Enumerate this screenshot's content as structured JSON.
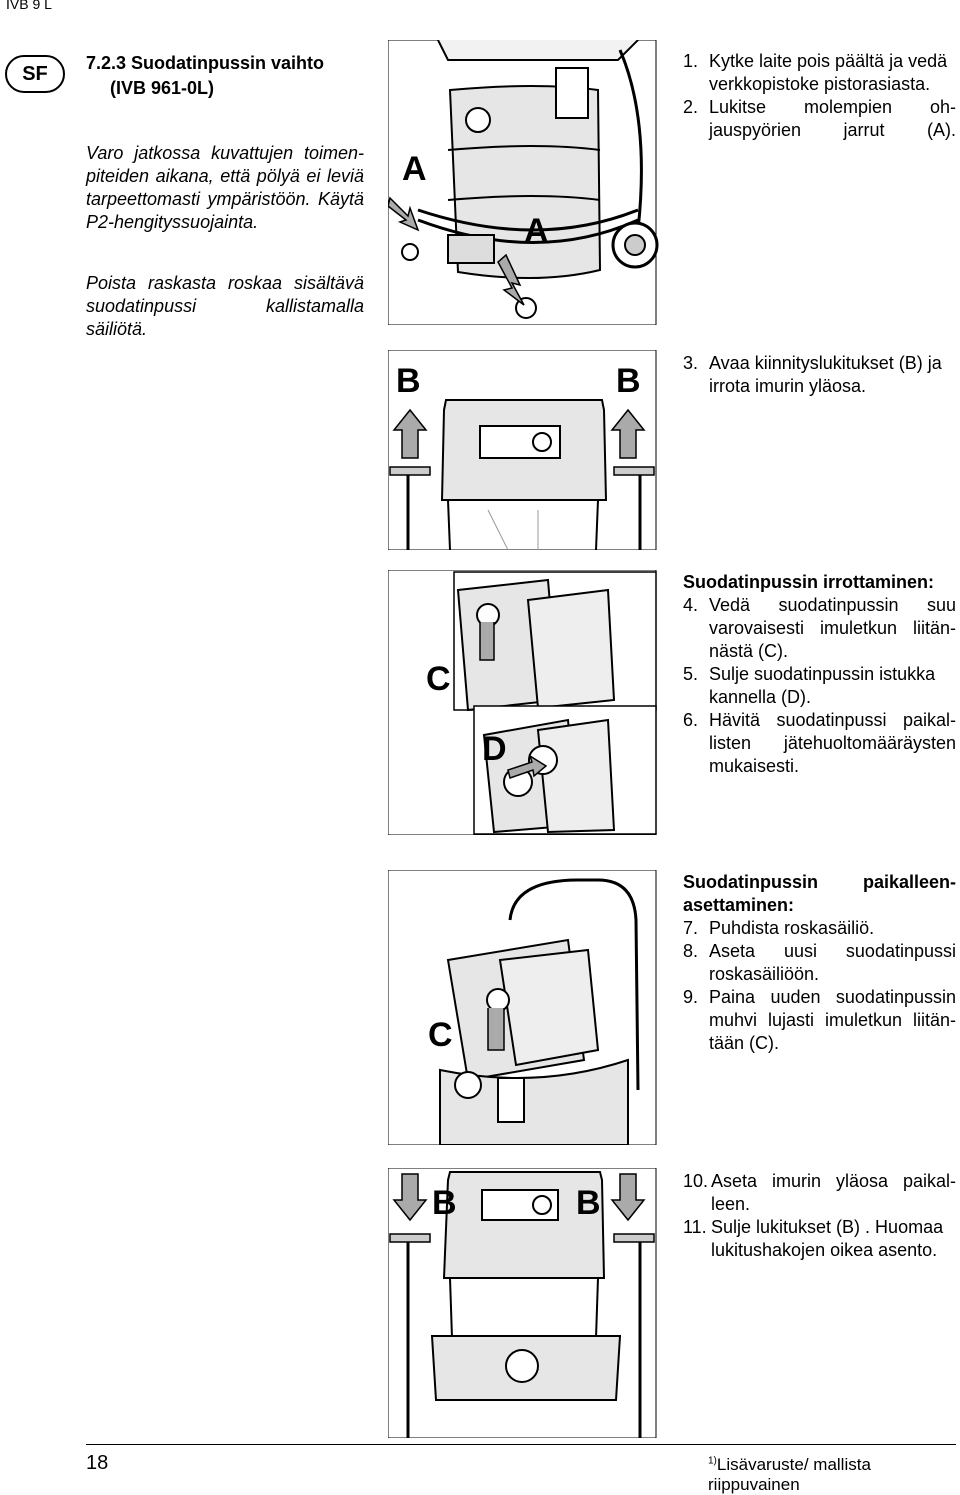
{
  "header": {
    "running_head": "IVB 9 L",
    "lang_badge": "SF"
  },
  "section": {
    "number_title": "7.2.3 Suodatinpussin vaihto",
    "subtitle": "(IVB 961-0L)"
  },
  "warning": {
    "lines": [
      "Varo jatkossa kuvattujen toimen-",
      "piteiden aikana, että pölyä ei leviä",
      "tarpeettomasti ympäristöön. Käytä",
      "P2-hengityssuojainta."
    ]
  },
  "note": {
    "lines": [
      "Poista raskasta roskaa sisältävä",
      "suodatinpussi kallistamalla säiliötä."
    ]
  },
  "steps_a": [
    {
      "num": "1.",
      "lines": [
        "Kytke laite pois päältä ja vedä",
        "verkkopistoke pistorasiasta."
      ]
    },
    {
      "num": "2.",
      "lines": [
        "Lukitse molempien oh-",
        "jauspyörien jarrut (A)."
      ]
    }
  ],
  "steps_b": [
    {
      "num": "3.",
      "lines": [
        "Avaa kiinnityslukitukset (B) ja",
        "irrota imurin yläosa."
      ]
    }
  ],
  "removal": {
    "heading": "Suodatinpussin irrottaminen:",
    "steps": [
      {
        "num": "4.",
        "lines": [
          "Vedä suodatinpussin suu",
          "varovaisesti imuletkun liitän-",
          "nästä (C)."
        ]
      },
      {
        "num": "5.",
        "lines": [
          "Sulje suodatinpussin istukka",
          "kannella (D)."
        ]
      },
      {
        "num": "6.",
        "lines": [
          "Hävitä suodatinpussi paikal-",
          "listen jätehuoltomääräysten",
          "mukaisesti."
        ]
      }
    ]
  },
  "install": {
    "heading_lines": [
      "Suodatinpussin paikalleen-",
      "asettaminen:"
    ],
    "steps": [
      {
        "num": "7.",
        "lines": [
          "Puhdista roskasäiliö."
        ]
      },
      {
        "num": "8.",
        "lines": [
          "Aseta uusi suodatinpussi",
          "roskasäiliöön."
        ]
      },
      {
        "num": "9.",
        "lines": [
          "Paina uuden suodatinpussin",
          "muhvi lujasti imuletkun liitän-",
          "tään (C)."
        ]
      }
    ]
  },
  "final_steps": [
    {
      "num": "10.",
      "lines": [
        "Aseta imurin yläosa paikal-",
        "leen."
      ]
    },
    {
      "num": "11.",
      "lines": [
        "Sulje lukitukset (B) . Huomaa",
        "lukitushakojen oikea asento."
      ]
    }
  ],
  "figure_labels": {
    "a1": "A",
    "a2": "A",
    "b1": "B",
    "b2": "B",
    "c1": "C",
    "d1": "D",
    "c2": "C",
    "b3": "B",
    "b4": "B"
  },
  "footer": {
    "page_number": "18",
    "footnote_mark": "1)",
    "footnote": "Lisävaruste/ mallista riippuvainen"
  }
}
